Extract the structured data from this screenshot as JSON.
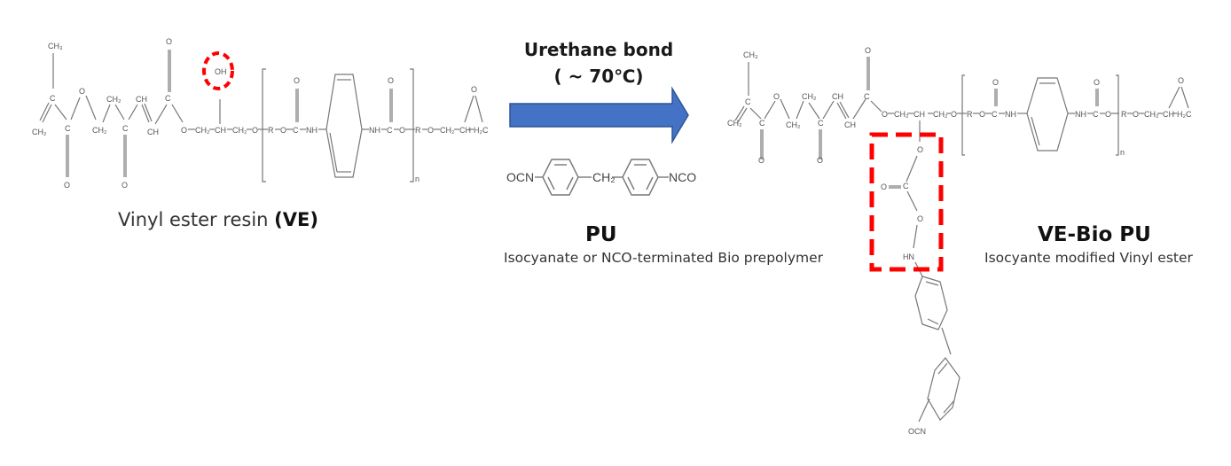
{
  "reactant_ve": {
    "caption_prefix": "Vinyl ester resin ",
    "caption_bold": "(VE)",
    "highlight": "OH",
    "highlight_color": "#ff0000",
    "atoms": {
      "ch3": "CH3",
      "ch2": "CH2",
      "c": "C",
      "o": "O",
      "ch": "CH",
      "oh": "OH",
      "r": "R",
      "nh": "NH",
      "h2c": "H2C",
      "n": "n"
    }
  },
  "reaction": {
    "condition_line1": "Urethane bond",
    "condition_line2": "( ~ 70℃)",
    "arrow_color": "#4472c4",
    "arrow_border_color": "#2f5597"
  },
  "reagent_pu": {
    "left_group": "OCN",
    "bridge": "CH2",
    "right_group": "NCO",
    "title": "PU",
    "subtitle": "Isocyanate or NCO-terminated Bio prepolymer"
  },
  "product": {
    "title": "VE-Bio PU",
    "subtitle": "Isocyante modified Vinyl ester",
    "highlight_color": "#ff0000",
    "side_chain_atoms": [
      "O",
      "O",
      "C",
      "O",
      "HN",
      "OCN"
    ]
  }
}
